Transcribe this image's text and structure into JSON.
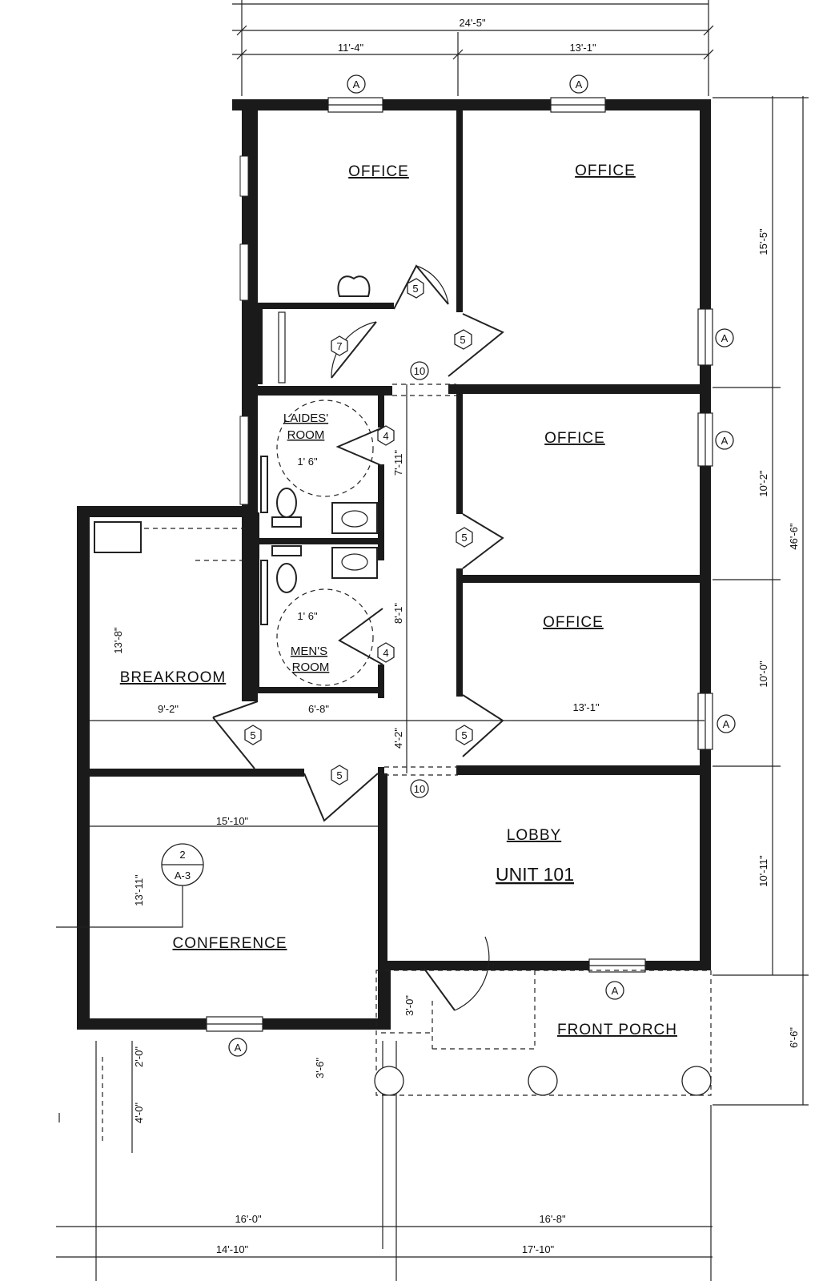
{
  "rooms": {
    "office_1": "OFFICE",
    "office_2": "OFFICE",
    "office_3": "OFFICE",
    "office_4": "OFFICE",
    "ladies_room_1": "LAIDES'",
    "ladies_room_2": "ROOM",
    "mens_room_1": "MEN'S",
    "mens_room_2": "ROOM",
    "breakroom": "BREAKROOM",
    "conference": "CONFERENCE",
    "lobby": "LOBBY",
    "unit": "UNIT 101",
    "front_porch": "FRONT PORCH"
  },
  "dimensions": {
    "top_overall": "24'-5\"",
    "top_left": "11'-4\"",
    "top_right": "13'-1\"",
    "right_1": "15'-5\"",
    "right_2": "10'-2\"",
    "right_3": "10'-0\"",
    "right_4": "10'-11\"",
    "right_5": "6'-6\"",
    "right_overall": "46'-6\"",
    "ladies_clear": "1' 6\"",
    "mens_clear": "1' 6\"",
    "hall_1": "7'-11\"",
    "hall_2": "8'-1\"",
    "hall_3": "4'-2\"",
    "breakroom_h": "13'-8\"",
    "breakroom_w": "9'-2\"",
    "restroom_w": "6'-8\"",
    "office4_w": "13'-1\"",
    "conference_w": "15'-10\"",
    "conference_h": "13'-11\"",
    "porch_door": "3'-0\"",
    "porch_depth": "3'-6\"",
    "left_2": "2'-0\"",
    "left_4": "4'-0\"",
    "bottom_left_1": "16'-0\"",
    "bottom_right_1": "16'-8\"",
    "bottom_left_2": "14'-10\"",
    "bottom_right_2": "17'-10\""
  },
  "window_tag": "A",
  "door_tags": {
    "t5": "5",
    "t7": "7",
    "t4": "4",
    "t10": "10"
  },
  "section_callout": {
    "number": "2",
    "sheet": "A-3"
  }
}
